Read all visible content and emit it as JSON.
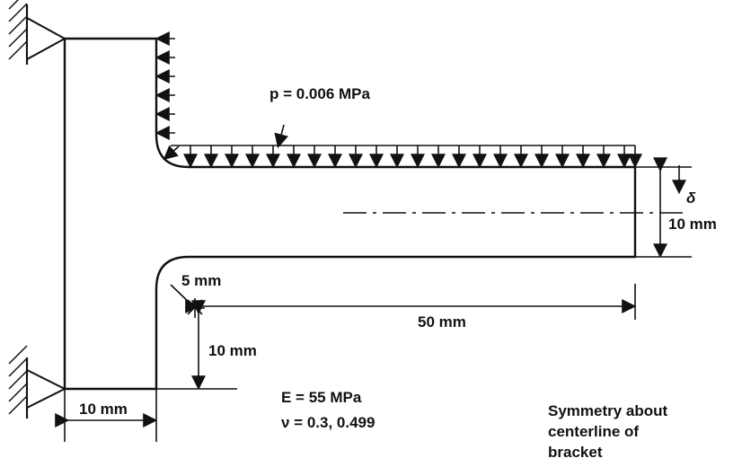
{
  "labels": {
    "pressure": "p = 0.006 MPa",
    "delta": "δ",
    "arm_thickness": "10 mm",
    "fillet_radius": "5 mm",
    "arm_length": "50 mm",
    "lower_height": "10 mm",
    "base_width": "10 mm",
    "modulus": "E = 55 MPa",
    "poisson": "ν = 0.3, 0.499",
    "symmetry_line1": "Symmetry about",
    "symmetry_line2": "centerline of",
    "symmetry_line3": "bracket"
  }
}
